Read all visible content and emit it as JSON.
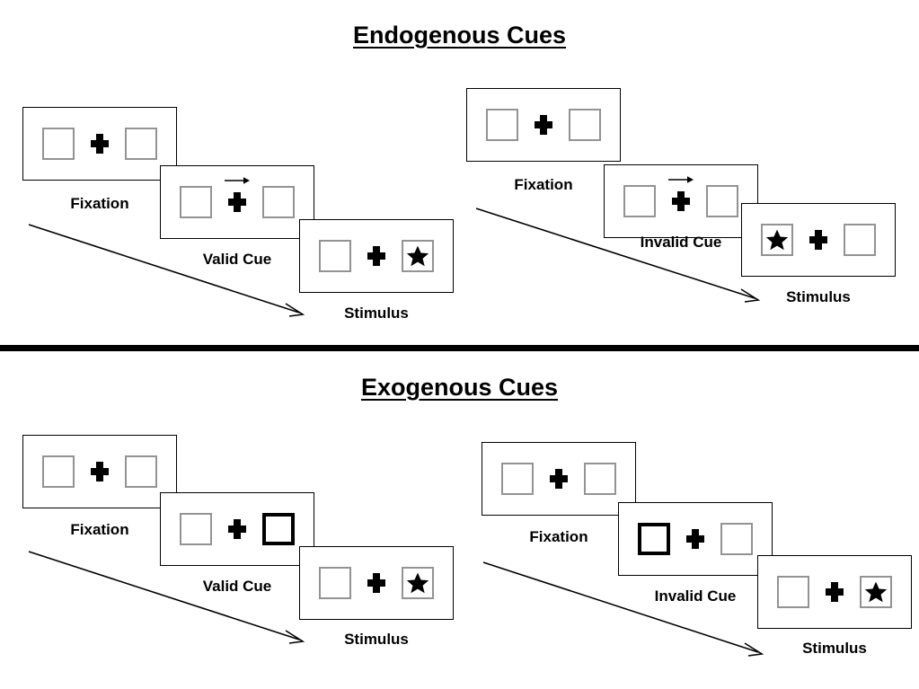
{
  "figure": {
    "sections": [
      {
        "id": "endogenous",
        "title": "Endogenous Cues",
        "cue_type": "arrow",
        "sequences": [
          {
            "id": "endogenous-valid",
            "validity": "valid",
            "panels": [
              {
                "stage_label": "Fixation",
                "left_box": "empty",
                "right_box": "empty",
                "center": "plus",
                "cue": "none"
              },
              {
                "stage_label": "Valid Cue",
                "left_box": "empty",
                "right_box": "empty",
                "center": "plus",
                "cue": "arrow-right"
              },
              {
                "stage_label": "Stimulus",
                "left_box": "empty",
                "right_box": "star",
                "center": "plus",
                "cue": "none"
              }
            ]
          },
          {
            "id": "endogenous-invalid",
            "validity": "invalid",
            "panels": [
              {
                "stage_label": "Fixation",
                "left_box": "empty",
                "right_box": "empty",
                "center": "plus",
                "cue": "none"
              },
              {
                "stage_label": "Invalid Cue",
                "left_box": "empty",
                "right_box": "empty",
                "center": "plus",
                "cue": "arrow-right"
              },
              {
                "stage_label": "Stimulus",
                "left_box": "star",
                "right_box": "empty",
                "center": "plus",
                "cue": "none"
              }
            ]
          }
        ]
      },
      {
        "id": "exogenous",
        "title": "Exogenous Cues",
        "cue_type": "box-flash",
        "sequences": [
          {
            "id": "exogenous-valid",
            "validity": "valid",
            "panels": [
              {
                "stage_label": "Fixation",
                "left_box": "empty",
                "right_box": "empty",
                "center": "plus",
                "cue": "none"
              },
              {
                "stage_label": "Valid Cue",
                "left_box": "empty",
                "right_box": "cued",
                "center": "plus",
                "cue": "box-right"
              },
              {
                "stage_label": "Stimulus",
                "left_box": "empty",
                "right_box": "star",
                "center": "plus",
                "cue": "none"
              }
            ]
          },
          {
            "id": "exogenous-invalid",
            "validity": "invalid",
            "panels": [
              {
                "stage_label": "Fixation",
                "left_box": "empty",
                "right_box": "empty",
                "center": "plus",
                "cue": "none"
              },
              {
                "stage_label": "Invalid Cue",
                "left_box": "cued",
                "right_box": "empty",
                "center": "plus",
                "cue": "box-left"
              },
              {
                "stage_label": "Stimulus",
                "left_box": "empty",
                "right_box": "star",
                "center": "plus",
                "cue": "none"
              }
            ]
          }
        ]
      }
    ],
    "time_arrows": 4,
    "colors": {
      "frame_border": "#000000",
      "box_border": "#939393",
      "cued_box_border": "#000000",
      "symbol": "#000000",
      "background": "#ffffff",
      "divider": "#000000"
    }
  }
}
